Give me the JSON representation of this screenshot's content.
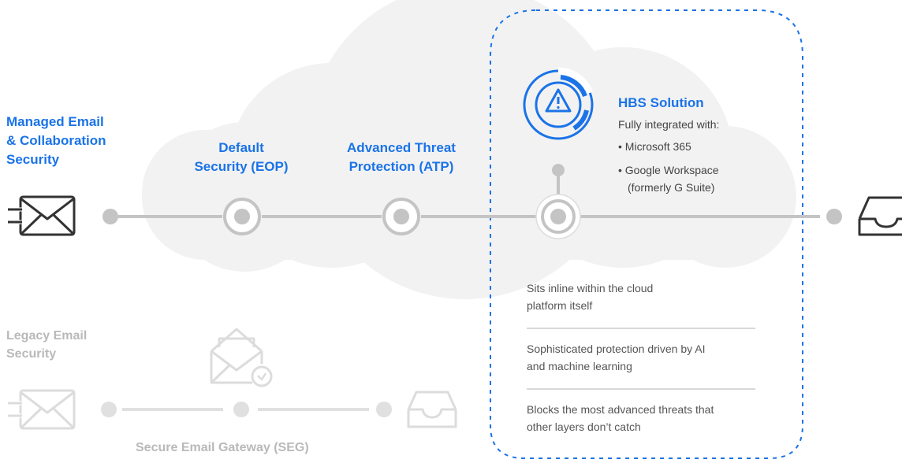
{
  "managed": {
    "title_lines": [
      "Managed Email",
      "& Collaboration",
      "Security"
    ]
  },
  "default_security": {
    "label_lines": [
      "Default",
      "Security (EOP)"
    ]
  },
  "atp": {
    "label_lines": [
      "Advanced Threat",
      "Protection (ATP)"
    ]
  },
  "hbs": {
    "title": "HBS Solution",
    "subtitle": "Fully integrated with:",
    "items": [
      "• Microsoft 365",
      "• Google Workspace",
      "(formerly G Suite)"
    ]
  },
  "features": [
    [
      "Sits inline within the cloud",
      "platform itself"
    ],
    [
      "Sophisticated protection driven by AI",
      "and machine learning"
    ],
    [
      "Blocks the most advanced threats that",
      "other layers don’t catch"
    ]
  ],
  "legacy": {
    "title_lines": [
      "Legacy Email",
      "Security"
    ]
  },
  "seg": {
    "label": "Secure Email Gateway (SEG)"
  },
  "colors": {
    "accent": "#1a73e8",
    "cloud": "#f2f2f2",
    "line": "#bdbdbd",
    "legacy": "#e0e0e0"
  },
  "icons": [
    "envelope-send-icon",
    "inbox-tray-icon",
    "envelope-shield-icon",
    "alert-radar-icon"
  ]
}
